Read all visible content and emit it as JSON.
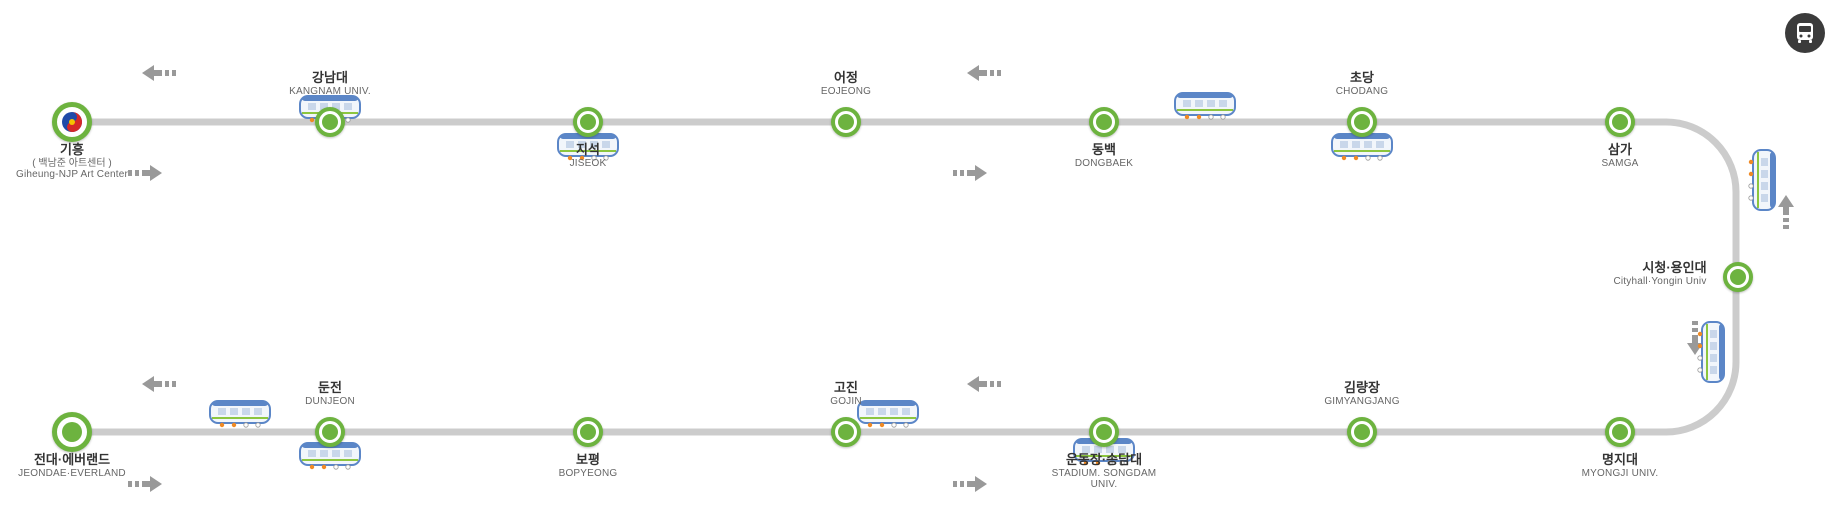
{
  "colors": {
    "track": "#cccccc",
    "station": "#6db33f",
    "arrow": "#999999",
    "train_blue": "#5b86c7",
    "train_green": "#8cc63f",
    "bus_button": "#3b3b3b"
  },
  "bus_button": {
    "icon": "bus-icon"
  },
  "stations": [
    {
      "id": "giheung",
      "ko": "기흥",
      "sub": "( 백남준 아트센터 )",
      "en": "Giheung-NJP Art Center",
      "terminal": true
    },
    {
      "id": "kangnam",
      "ko": "강남대",
      "en": "KANGNAM UNIV."
    },
    {
      "id": "jiseok",
      "ko": "지석",
      "en": "JISEOK"
    },
    {
      "id": "eojeong",
      "ko": "어정",
      "en": "EOJEONG"
    },
    {
      "id": "dongbaek",
      "ko": "동백",
      "en": "DONGBAEK"
    },
    {
      "id": "chodang",
      "ko": "초당",
      "en": "CHODANG"
    },
    {
      "id": "samga",
      "ko": "삼가",
      "en": "SAMGA"
    },
    {
      "id": "cityhall",
      "ko": "시청·용인대",
      "en": "Cityhall·Yongin Univ"
    },
    {
      "id": "myongji",
      "ko": "명지대",
      "en": "MYONGJI UNIV."
    },
    {
      "id": "gimyangjang",
      "ko": "김량장",
      "en": "GIMYANGJANG"
    },
    {
      "id": "stadium",
      "ko": "운동장·송담대",
      "en": "STADIUM. SONGDAM UNIV."
    },
    {
      "id": "gojin",
      "ko": "고진",
      "en": "GOJIN"
    },
    {
      "id": "bopyeong",
      "ko": "보평",
      "en": "BOPYEONG"
    },
    {
      "id": "dunjeon",
      "ko": "둔전",
      "en": "DUNJEON"
    },
    {
      "id": "jeondae",
      "ko": "전대·에버랜드",
      "en": "JEONDAE·EVERLAND",
      "terminal": true
    }
  ],
  "direction_arrows": [
    "left",
    "right",
    "left",
    "right",
    "up",
    "down",
    "left",
    "right",
    "left",
    "right"
  ],
  "trains": [
    "train-icon",
    "train-icon",
    "train-icon",
    "train-icon",
    "train-icon",
    "train-icon",
    "train-icon",
    "train-icon",
    "train-icon",
    "train-icon"
  ]
}
